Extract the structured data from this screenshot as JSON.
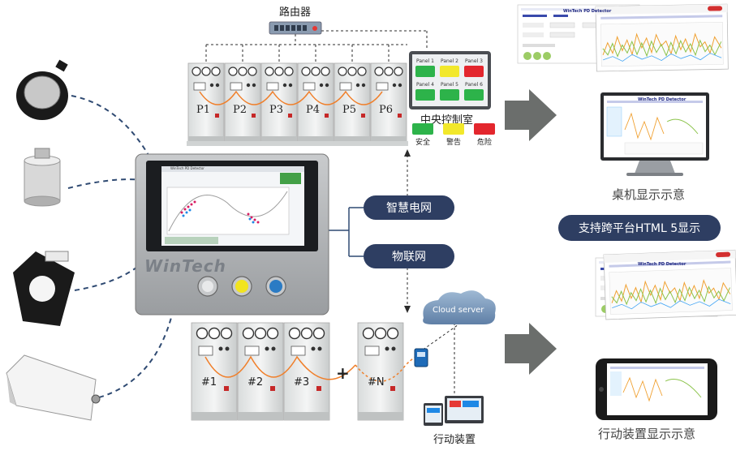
{
  "router": {
    "label": "路由器"
  },
  "control_room": {
    "title": "中央控制室",
    "panels": [
      "Panel 1",
      "Panel 2",
      "Panel 3",
      "Panel 4",
      "Panel 5",
      "Panel 6"
    ],
    "panel_colors": [
      "#2db34a",
      "#f2e82b",
      "#e3262d",
      "#2db34a",
      "#2db34a",
      "#2db34a"
    ],
    "legend": [
      {
        "label": "安全",
        "color": "#2db34a"
      },
      {
        "label": "警告",
        "color": "#f2e82b"
      },
      {
        "label": "危险",
        "color": "#e3262d"
      }
    ]
  },
  "top_cabinets": [
    "P1",
    "P2",
    "P3",
    "P4",
    "P5",
    "P6"
  ],
  "bottom_cabinets": [
    "#1",
    "#2",
    "#3",
    "#N"
  ],
  "plus_sign": "+",
  "tags": {
    "smart_grid": "智慧电网",
    "iot": "物联网",
    "cross_platform": "支持跨平台HTML 5显示"
  },
  "labels": {
    "desktop": "桌机显示示意",
    "mobile_display": "行动装置显示示意",
    "mobile_device": "行动装置",
    "cloud": "Cloud server"
  },
  "hmi": {
    "brand": "WinTech",
    "screen_title": "WinTech PD Detector"
  },
  "screenshot_title": "WinTech PD Detector",
  "colors": {
    "pill": "#2e3e62",
    "arrow": "#6b6e6c",
    "curve": "#f07f2a"
  }
}
